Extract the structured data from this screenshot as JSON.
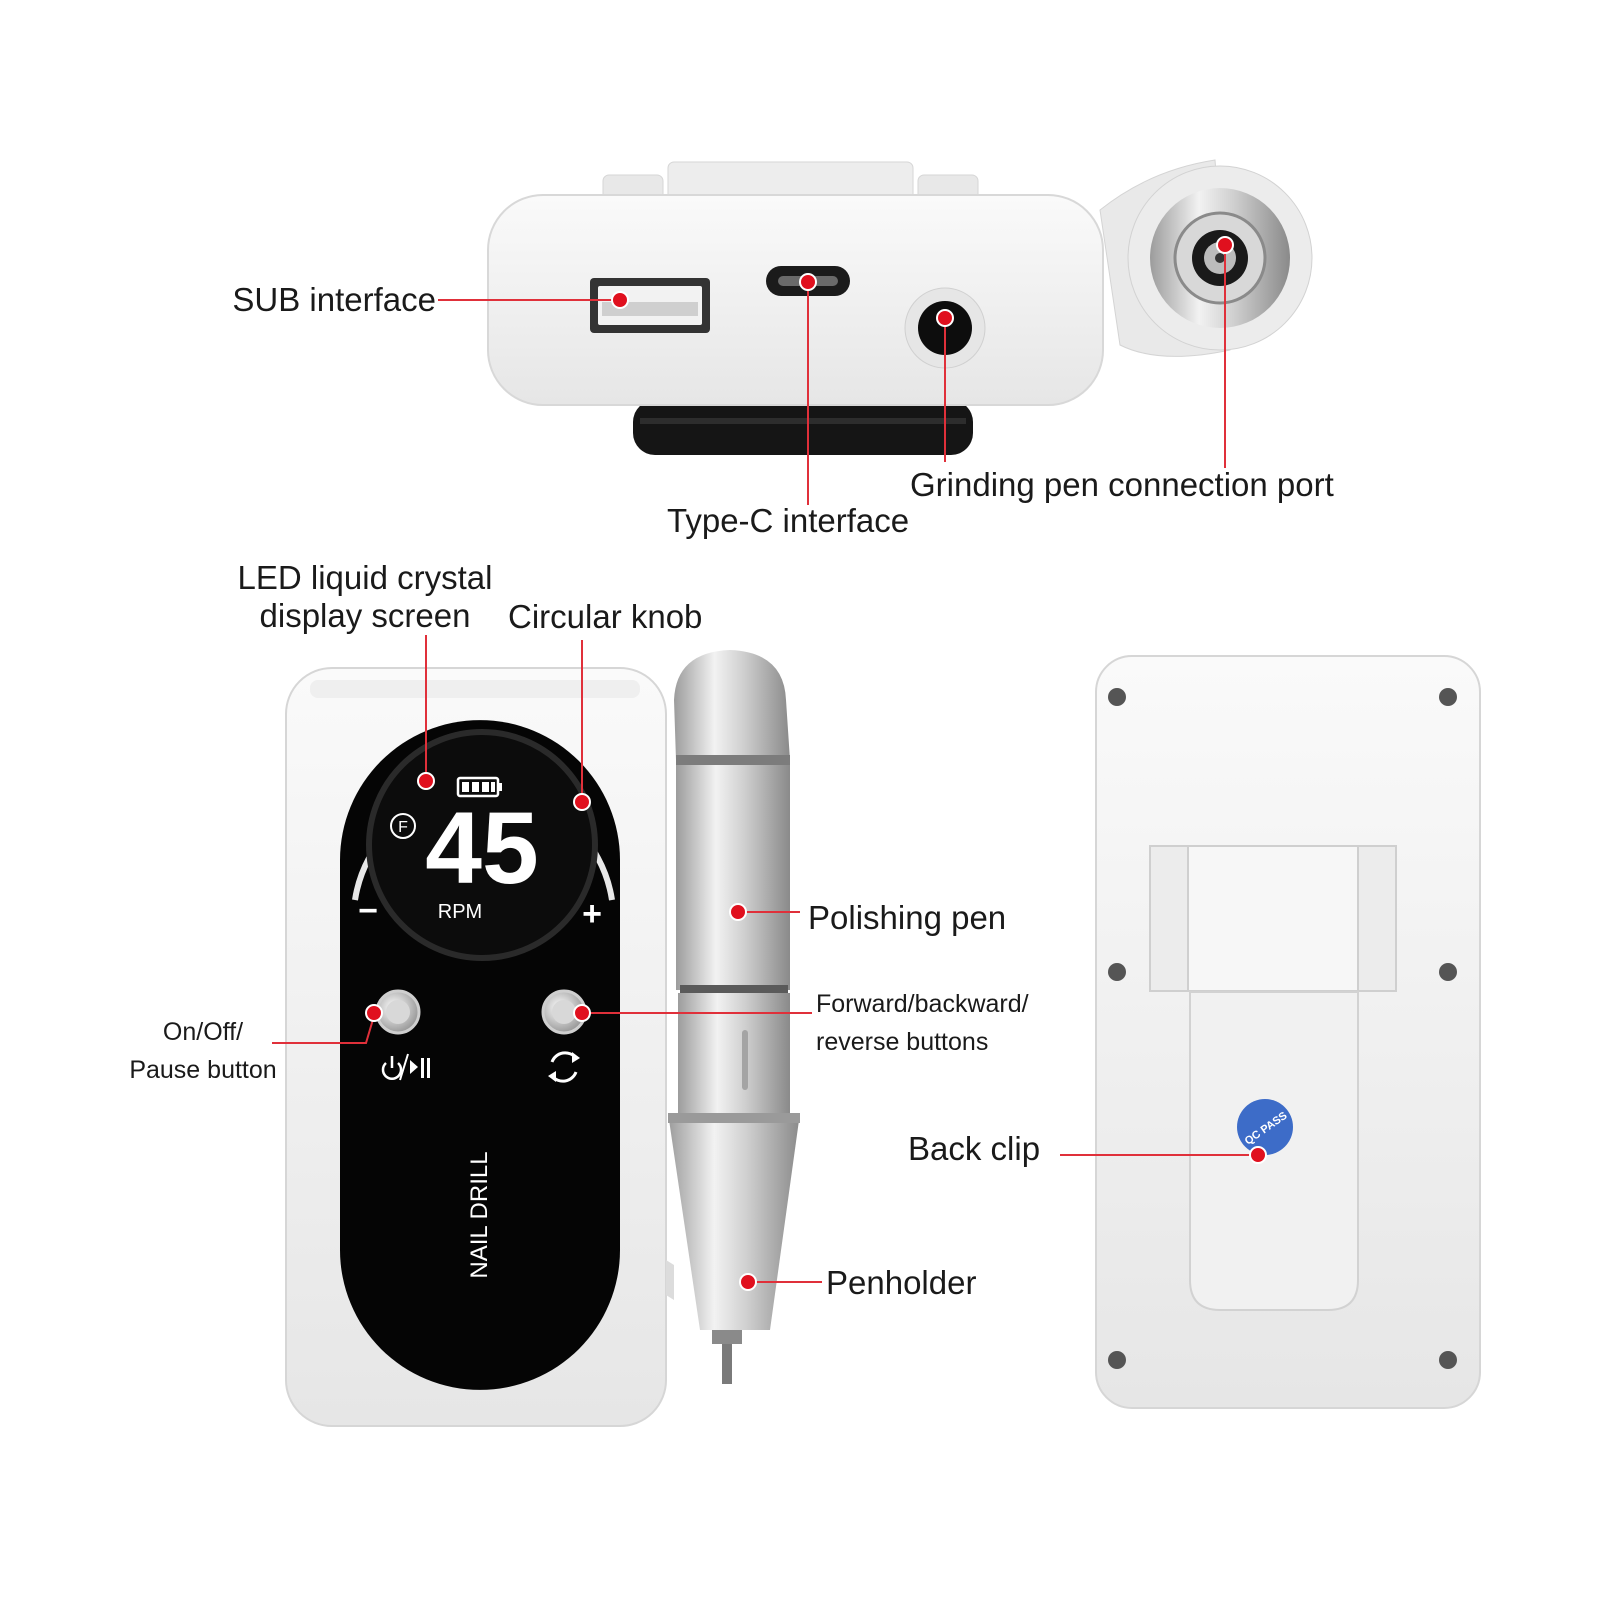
{
  "labels": {
    "sub_interface": "SUB interface",
    "type_c": "Type-C interface",
    "grinding_port": "Grinding pen connection port",
    "lcd_line1": "LED liquid crystal",
    "lcd_line2": "display screen",
    "knob": "Circular knob",
    "polishing_pen": "Polishing pen",
    "forward_line1": "Forward/backward/",
    "forward_line2": "reverse buttons",
    "onoff_line1": "On/Off/",
    "onoff_line2": "Pause button",
    "back_clip": "Back clip",
    "penholder": "Penholder"
  },
  "display": {
    "speed": "45",
    "unit": "RPM",
    "mode": "F",
    "minus": "−",
    "plus": "+"
  },
  "device": {
    "brand_text": "NAIL DRILL",
    "sticker_text": "QC PASS"
  },
  "icons": {
    "power": "power-pause-icon",
    "reverse": "reverse-arrows-icon",
    "battery": "battery-icon"
  },
  "colors": {
    "leader": "#e0303a",
    "dot": "#e0101e",
    "device_white": "#f4f4f4",
    "panel_black": "#050505"
  }
}
